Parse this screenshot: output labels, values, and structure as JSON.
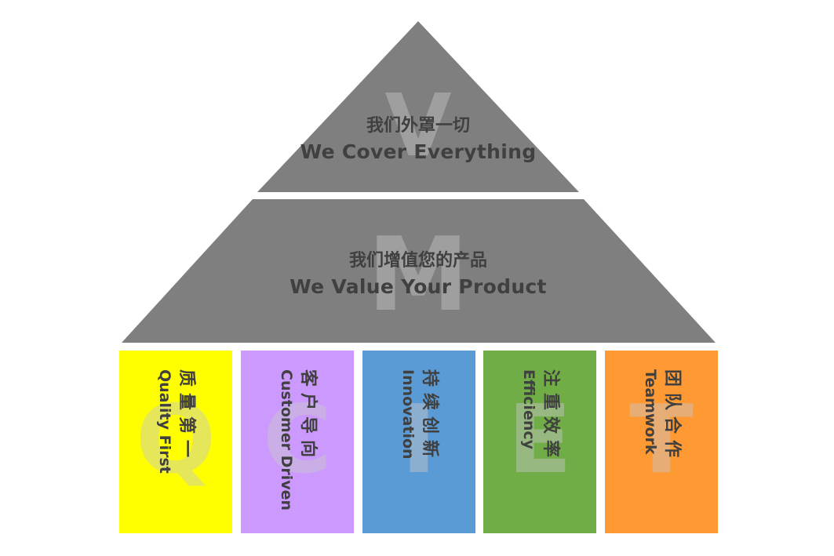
{
  "pyramid": {
    "vision": {
      "letter": "V",
      "cn": "我们外罩一切",
      "en": "We Cover Everything",
      "color": "#7f7f7f"
    },
    "mission": {
      "letter": "M",
      "cn": "我们增值您的产品",
      "en": "We Value Your Product",
      "color": "#7f7f7f"
    },
    "values": [
      {
        "letter": "Q",
        "cn": "质量第一",
        "en": "Quality First",
        "color": "#ffff00"
      },
      {
        "letter": "C",
        "cn": "客户导向",
        "en": "Customer Driven",
        "color": "#cc99ff"
      },
      {
        "letter": "I",
        "cn": "持续创新",
        "en": "Innovation",
        "color": "#5b9bd5"
      },
      {
        "letter": "E",
        "cn": "注重效率",
        "en": "Efficiency",
        "color": "#70ad47"
      },
      {
        "letter": "T",
        "cn": "团队合作",
        "en": "Teamwork",
        "color": "#ff9933"
      }
    ]
  }
}
